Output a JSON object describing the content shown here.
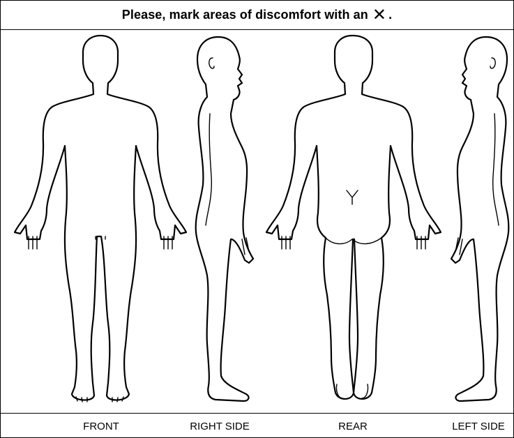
{
  "header": {
    "instruction": "Please, mark areas of discomfort with an",
    "mark_symbol": "✕",
    "period": "."
  },
  "views": [
    {
      "label": "FRONT"
    },
    {
      "label": "RIGHT SIDE"
    },
    {
      "label": "REAR"
    },
    {
      "label": "LEFT SIDE"
    }
  ],
  "colors": {
    "line": "#000000",
    "background": "#ffffff"
  }
}
